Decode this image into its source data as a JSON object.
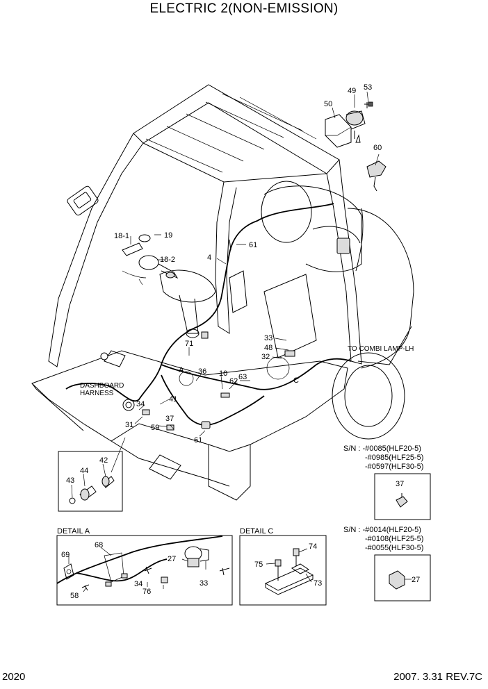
{
  "title": "ELECTRIC 2(NON-EMISSION)",
  "page_number": "2020",
  "revision": "2007. 3.31 REV.7C",
  "callouts": {
    "c49": "49",
    "c53": "53",
    "c50": "50",
    "c60": "60",
    "c18_1": "18-1",
    "c19": "19",
    "c18_2": "18-2",
    "c4": "4",
    "c61a": "61",
    "c71": "71",
    "c33": "33",
    "c48": "48",
    "c32": "32",
    "cA": "A",
    "cC": "C",
    "c36": "36",
    "c10": "10",
    "c63": "63",
    "c62": "62",
    "c34": "34",
    "c41": "41",
    "c37": "37",
    "c31": "31",
    "c59": "59",
    "c61b": "61",
    "c42": "42",
    "c44": "44",
    "c43": "43"
  },
  "labels": {
    "dashboard_harness_1": "DASHBOARD",
    "dashboard_harness_2": "HARNESS",
    "to_combi_lamp": "TO COMBI LAMP-LH"
  },
  "detail_a": {
    "title": "DETAIL A",
    "callouts": {
      "c68": "68",
      "c69": "69",
      "c27": "27",
      "c34": "34",
      "c76": "76",
      "c58": "58",
      "c33": "33"
    }
  },
  "detail_c": {
    "title": "DETAIL C",
    "callouts": {
      "c74": "74",
      "c75": "75",
      "c73": "73"
    }
  },
  "serial_notes": [
    {
      "lines": [
        "S/N : -#0085(HLF20-5)",
        "-#0985(HLF25-5)",
        "-#0597(HLF30-5)"
      ],
      "part": "37"
    },
    {
      "lines": [
        "S/N : -#0014(HLF20-5)",
        "-#0108(HLF25-5)",
        "-#0055(HLF30-5)"
      ],
      "part": "27"
    }
  ]
}
